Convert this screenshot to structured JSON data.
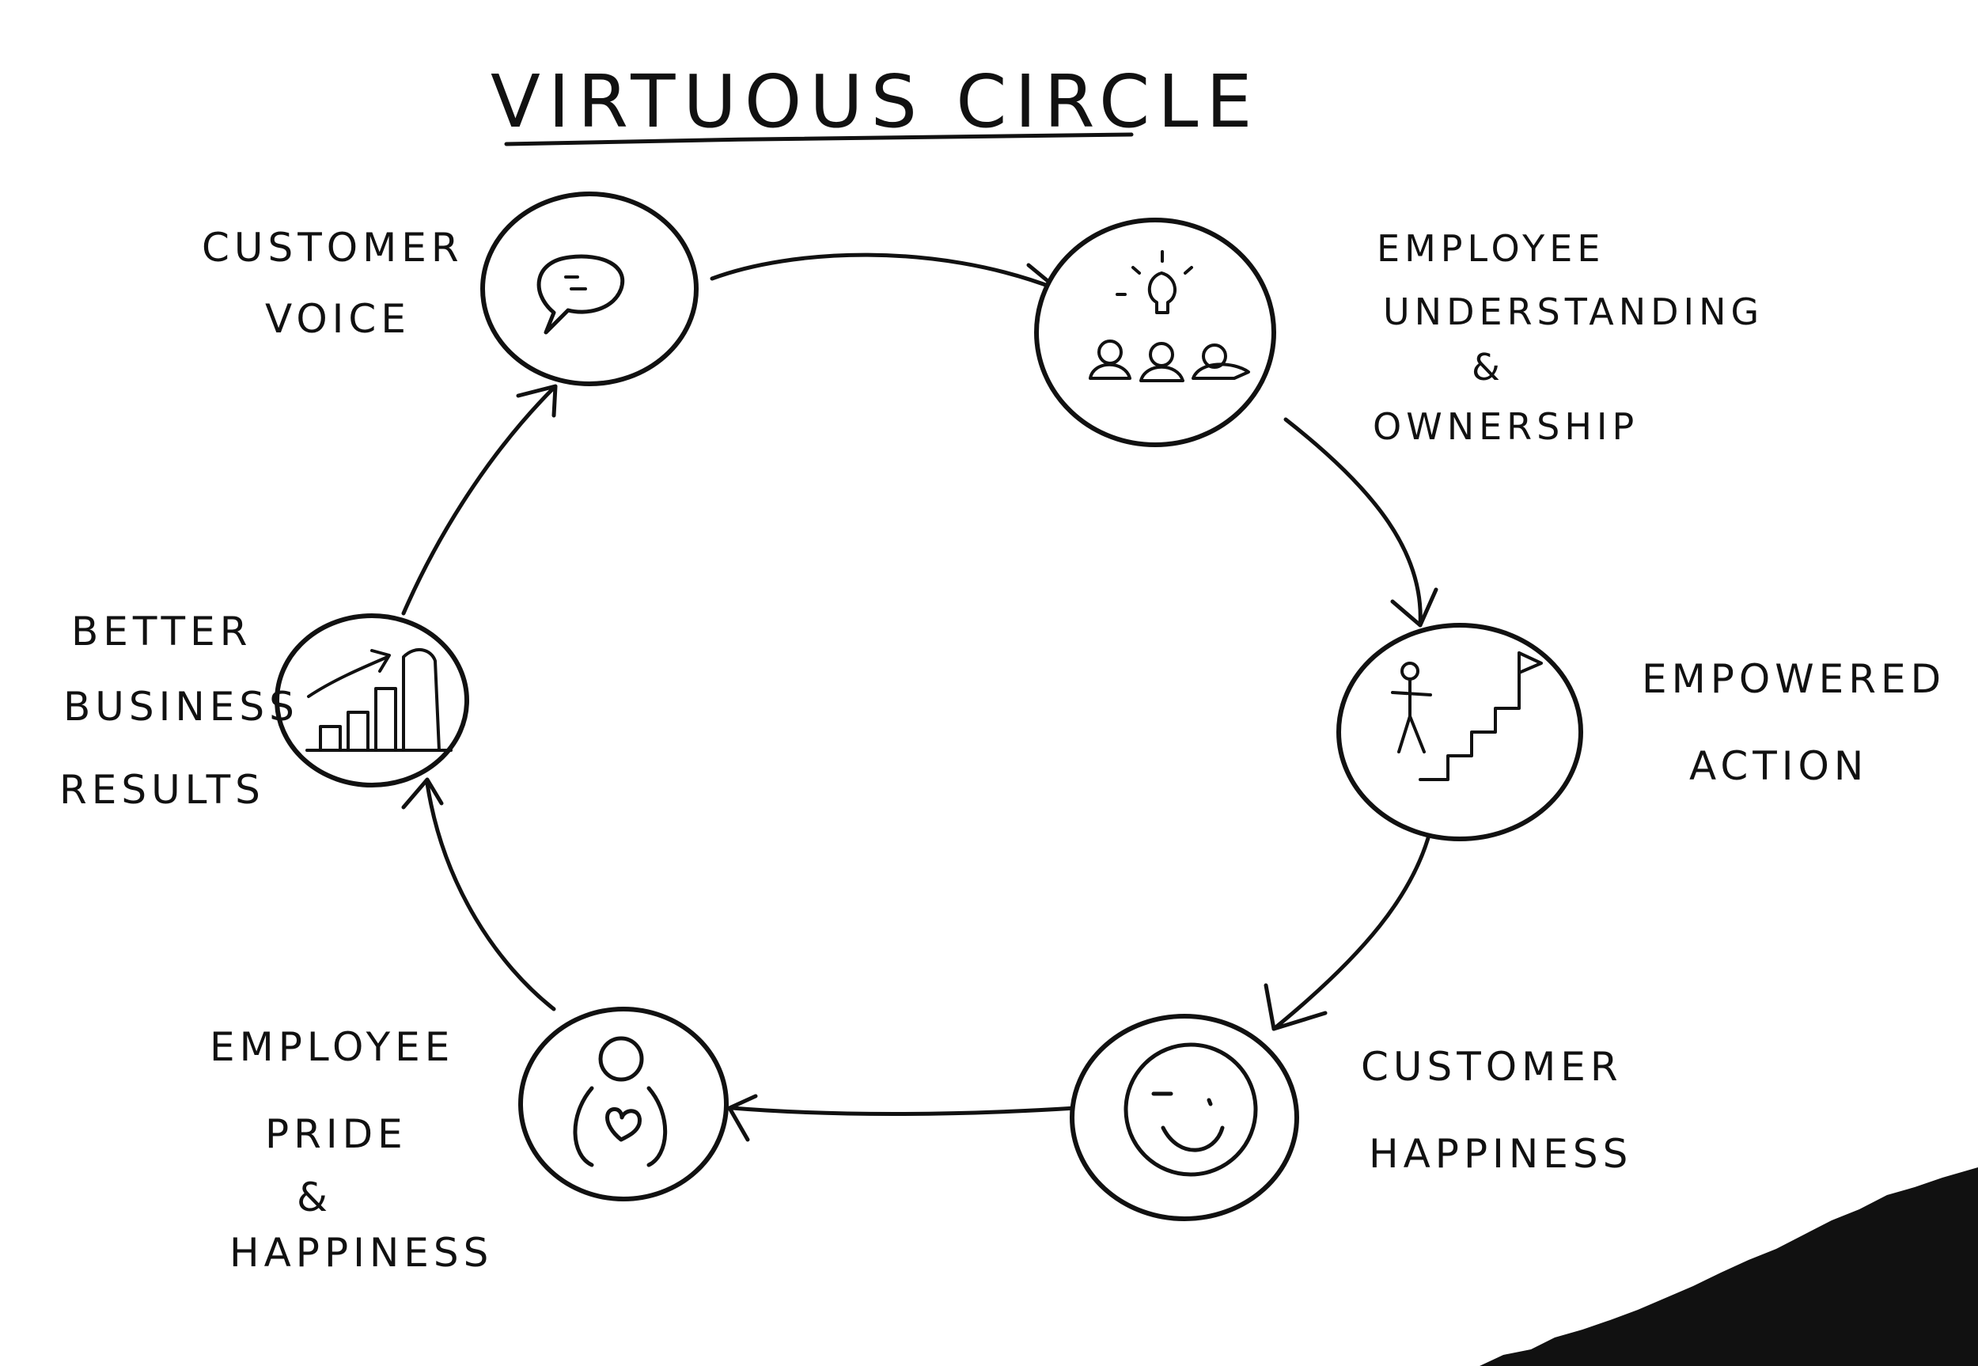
{
  "title": "VIRTUOUS CIRCLE",
  "nodes": [
    {
      "id": "customer-voice",
      "icon": "speech-bubble-icon",
      "label_lines": [
        "CUSTOMER",
        "VOICE"
      ]
    },
    {
      "id": "employee-understanding",
      "icon": "team-lightbulb-icon",
      "label_lines": [
        "EMPLOYEE",
        "UNDERSTANDING",
        "&",
        "OWNERSHIP"
      ]
    },
    {
      "id": "empowered-action",
      "icon": "stairs-flag-icon",
      "label_lines": [
        "EMPOWERED",
        "ACTION"
      ]
    },
    {
      "id": "customer-happiness",
      "icon": "smiley-face-icon",
      "label_lines": [
        "CUSTOMER",
        "HAPPINESS"
      ]
    },
    {
      "id": "employee-pride",
      "icon": "person-heart-icon",
      "label_lines": [
        "EMPLOYEE",
        "PRIDE",
        "&",
        "HAPPINESS"
      ]
    },
    {
      "id": "business-results",
      "icon": "bar-chart-icon",
      "label_lines": [
        "BETTER",
        "BUSINESS",
        "RESULTS"
      ]
    }
  ],
  "flow": "clockwise",
  "colors": {
    "ink": "#111111",
    "paper": "#ffffff"
  }
}
